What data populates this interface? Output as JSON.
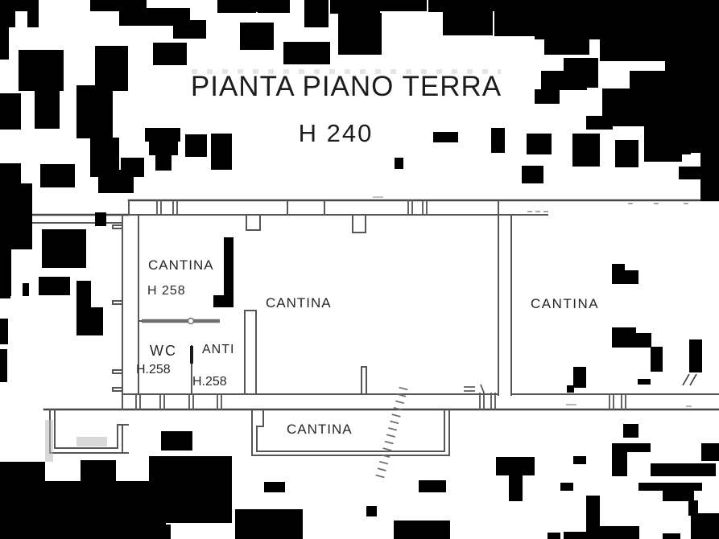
{
  "title": {
    "line1": "PIANTA PIANO TERRA",
    "line2": "H 240"
  },
  "rooms": {
    "cantina_nw": {
      "name": "CANTINA",
      "height": "H 258"
    },
    "wc": {
      "name": "WC",
      "height": "H.258"
    },
    "anti": {
      "name": "ANTI",
      "height": "H.258"
    },
    "cantina_center": {
      "name": "CANTINA"
    },
    "cantina_east": {
      "name": "CANTINA"
    },
    "cantina_south": {
      "name": "CANTINA"
    }
  },
  "colors": {
    "background": "#ffffff",
    "wall_ink": "#565656",
    "outer_wall_ink": "#474747",
    "poche": "#000000",
    "label_ink": "#272727",
    "artifact": "#000000"
  },
  "scan_noise": {
    "black": [
      [
        0,
        0,
        36,
        14
      ],
      [
        0,
        12,
        19,
        22
      ],
      [
        34,
        0,
        14,
        34
      ],
      [
        0,
        30,
        11,
        44
      ],
      [
        112,
        0,
        70,
        14
      ],
      [
        148,
        10,
        88,
        22
      ],
      [
        215,
        25,
        41,
        23
      ],
      [
        270,
        0,
        48,
        16
      ],
      [
        190,
        53,
        42,
        28
      ],
      [
        23,
        62,
        56,
        51
      ],
      [
        118,
        57,
        41,
        56
      ],
      [
        0,
        116,
        26,
        45
      ],
      [
        43,
        111,
        31,
        49
      ],
      [
        95,
        106,
        45,
        66
      ],
      [
        112,
        171,
        36,
        49
      ],
      [
        150,
        196,
        29,
        24
      ],
      [
        0,
        203,
        26,
        34
      ],
      [
        50,
        204,
        43,
        29
      ],
      [
        185,
        164,
        36,
        29
      ],
      [
        230,
        167,
        27,
        28
      ],
      [
        122,
        211,
        44,
        29
      ],
      [
        0,
        228,
        40,
        82
      ],
      [
        0,
        306,
        14,
        62
      ],
      [
        52,
        285,
        55,
        48
      ],
      [
        118,
        264,
        14,
        17
      ],
      [
        303,
        0,
        20,
        15
      ],
      [
        320,
        0,
        40,
        16
      ],
      [
        378,
        0,
        30,
        34
      ],
      [
        410,
        0,
        62,
        17
      ],
      [
        420,
        16,
        54,
        52
      ],
      [
        352,
        52,
        58,
        28
      ],
      [
        298,
        28,
        42,
        34
      ],
      [
        472,
        0,
        58,
        14
      ],
      [
        532,
        0,
        78,
        15
      ],
      [
        550,
        14,
        62,
        30
      ],
      [
        262,
        166,
        26,
        45
      ],
      [
        180,
        159,
        44,
        17
      ],
      [
        193,
        174,
        20,
        38
      ],
      [
        490,
        196,
        11,
        14
      ],
      [
        538,
        164,
        31,
        13
      ],
      [
        610,
        0,
        283,
        14
      ],
      [
        614,
        12,
        62,
        33
      ],
      [
        700,
        0,
        92,
        48
      ],
      [
        745,
        0,
        148,
        76
      ],
      [
        664,
        14,
        92,
        35
      ],
      [
        676,
        45,
        56,
        23
      ],
      [
        826,
        73,
        67,
        62
      ],
      [
        782,
        88,
        47,
        42
      ],
      [
        700,
        72,
        43,
        37
      ],
      [
        672,
        88,
        57,
        24
      ],
      [
        748,
        110,
        63,
        47
      ],
      [
        806,
        112,
        87,
        48
      ],
      [
        840,
        133,
        53,
        57
      ],
      [
        800,
        154,
        47,
        47
      ],
      [
        728,
        144,
        33,
        17
      ],
      [
        664,
        111,
        31,
        18
      ],
      [
        654,
        166,
        31,
        26
      ],
      [
        711,
        166,
        34,
        41
      ],
      [
        764,
        174,
        29,
        34
      ],
      [
        806,
        156,
        52,
        36
      ],
      [
        873,
        159,
        20,
        34
      ],
      [
        870,
        190,
        23,
        60
      ],
      [
        610,
        159,
        17,
        31
      ],
      [
        648,
        206,
        27,
        22
      ],
      [
        843,
        207,
        29,
        16
      ],
      [
        760,
        328,
        16,
        13
      ],
      [
        760,
        336,
        33,
        17
      ],
      [
        760,
        407,
        30,
        25
      ],
      [
        776,
        414,
        33,
        18
      ],
      [
        808,
        431,
        15,
        31
      ],
      [
        856,
        422,
        16,
        41
      ],
      [
        712,
        456,
        16,
        26
      ],
      [
        704,
        479,
        9,
        9
      ],
      [
        792,
        471,
        16,
        7
      ],
      [
        0,
        335,
        13,
        36
      ],
      [
        28,
        352,
        8,
        16
      ],
      [
        48,
        344,
        39,
        23
      ],
      [
        95,
        349,
        18,
        68
      ],
      [
        113,
        382,
        15,
        35
      ],
      [
        0,
        396,
        10,
        32
      ],
      [
        0,
        434,
        9,
        41
      ],
      [
        0,
        574,
        56,
        96
      ],
      [
        100,
        572,
        44,
        28
      ],
      [
        56,
        598,
        150,
        72
      ],
      [
        185,
        567,
        103,
        56
      ],
      [
        206,
        610,
        82,
        40
      ],
      [
        140,
        652,
        72,
        18
      ],
      [
        292,
        633,
        84,
        37
      ],
      [
        200,
        536,
        39,
        24
      ],
      [
        328,
        599,
        26,
        13
      ],
      [
        520,
        597,
        34,
        15
      ],
      [
        455,
        629,
        13,
        13
      ],
      [
        489,
        647,
        70,
        23
      ],
      [
        616,
        568,
        48,
        23
      ],
      [
        632,
        591,
        17,
        32
      ],
      [
        696,
        600,
        16,
        10
      ],
      [
        712,
        567,
        16,
        10
      ],
      [
        680,
        662,
        16,
        8
      ],
      [
        728,
        616,
        17,
        43
      ],
      [
        728,
        654,
        66,
        16
      ],
      [
        700,
        661,
        62,
        9
      ],
      [
        774,
        527,
        19,
        17
      ],
      [
        760,
        551,
        48,
        11
      ],
      [
        760,
        561,
        19,
        31
      ],
      [
        871,
        551,
        22,
        22
      ],
      [
        808,
        576,
        81,
        16
      ],
      [
        793,
        600,
        79,
        10
      ],
      [
        823,
        609,
        39,
        14
      ],
      [
        855,
        622,
        12,
        19
      ],
      [
        858,
        638,
        35,
        32
      ],
      [
        823,
        663,
        22,
        7
      ],
      [
        886,
        559,
        7,
        9
      ]
    ],
    "gray": [
      [
        56,
        522,
        10,
        52
      ],
      [
        95,
        543,
        38,
        12
      ]
    ]
  }
}
